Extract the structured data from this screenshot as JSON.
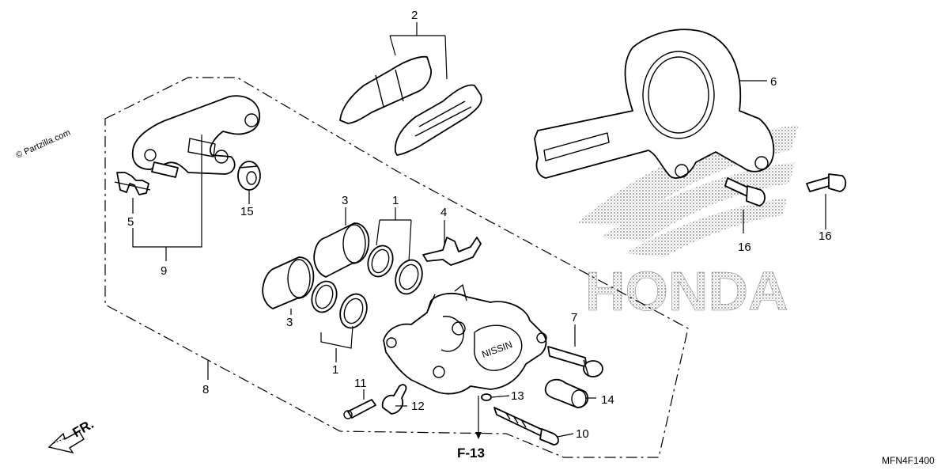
{
  "watermark": "© Partzilla.com",
  "brand_watermark": "HONDA",
  "diagram_code": "MFN4F1400",
  "ref_label": "F-13",
  "direction_label": "FR.",
  "callouts": {
    "c1a": "1",
    "c1b": "1",
    "c2": "2",
    "c3a": "3",
    "c3b": "3",
    "c4": "4",
    "c5": "5",
    "c6": "6",
    "c7": "7",
    "c8": "8",
    "c9": "9",
    "c10": "10",
    "c11": "11",
    "c12": "12",
    "c13": "13",
    "c14": "14",
    "c15": "15",
    "c16a": "16",
    "c16b": "16"
  },
  "caliper_mark": "NISSIN"
}
